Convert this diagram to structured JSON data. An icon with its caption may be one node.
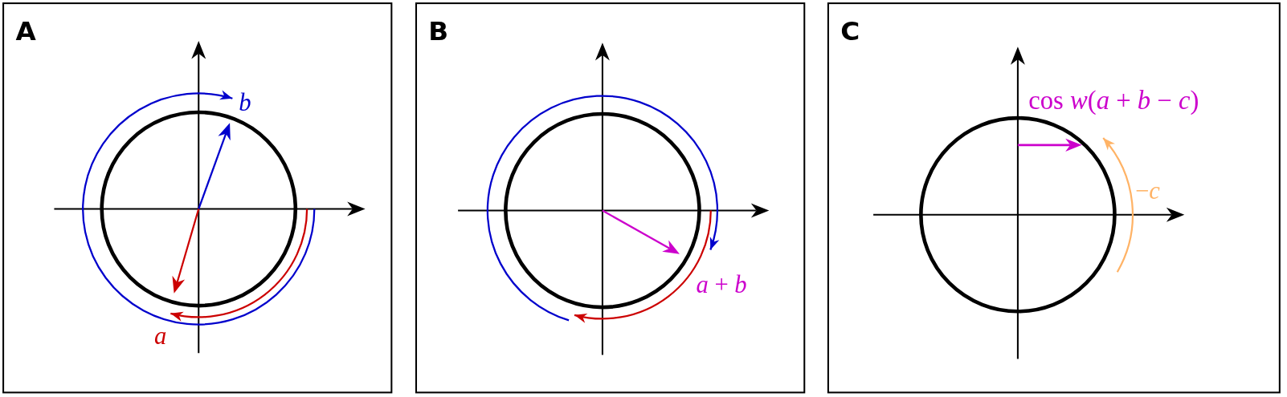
{
  "diagram": {
    "nodes": [
      {
        "text": [
          "A"
        ]
      },
      {
        "text": [
          "B"
        ]
      },
      {
        "text": [
          "C"
        ]
      }
    ],
    "labels": [
      "*b*",
      "*a*",
      "*a* + *b*",
      "cos *w*(*a* + *b* − *c*)",
      "−*c*"
    ]
  }
}
